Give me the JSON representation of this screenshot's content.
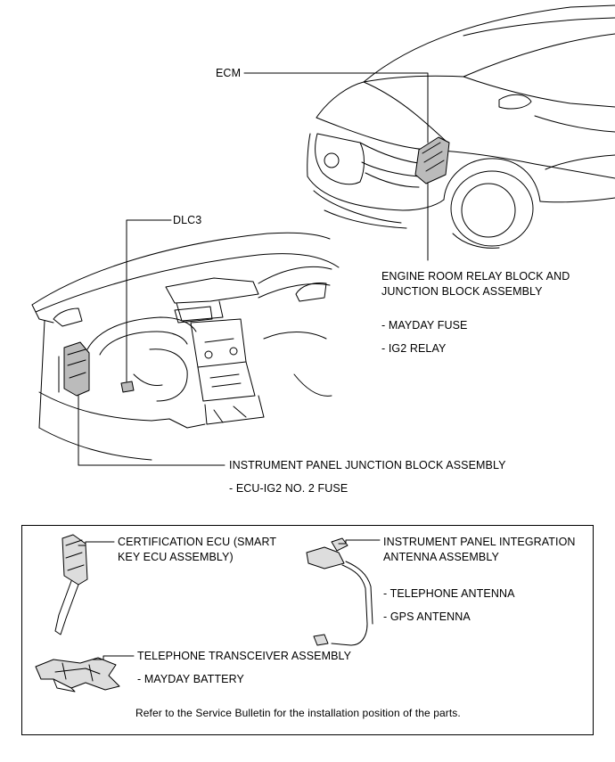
{
  "labels": {
    "ecm": "ECM",
    "dlc3": "DLC3",
    "engine_room_line1": "ENGINE ROOM RELAY BLOCK AND",
    "engine_room_line2": "JUNCTION BLOCK ASSEMBLY",
    "mayday_fuse": "- MAYDAY FUSE",
    "ig2_relay": "- IG2 RELAY",
    "instrument_panel_jb": "INSTRUMENT PANEL JUNCTION BLOCK ASSEMBLY",
    "ecu_ig2_fuse": "- ECU-IG2 NO. 2 FUSE"
  },
  "parts": {
    "cert_ecu_line1": "CERTIFICATION ECU (SMART",
    "cert_ecu_line2": "KEY ECU ASSEMBLY)",
    "antenna_line1": "INSTRUMENT PANEL INTEGRATION",
    "antenna_line2": "ANTENNA ASSEMBLY",
    "telephone_antenna": "- TELEPHONE ANTENNA",
    "gps_antenna": "- GPS ANTENNA",
    "transceiver": "TELEPHONE TRANSCEIVER ASSEMBLY",
    "mayday_battery": "- MAYDAY BATTERY",
    "note": "Refer to the Service Bulletin for the installation position of the parts."
  }
}
